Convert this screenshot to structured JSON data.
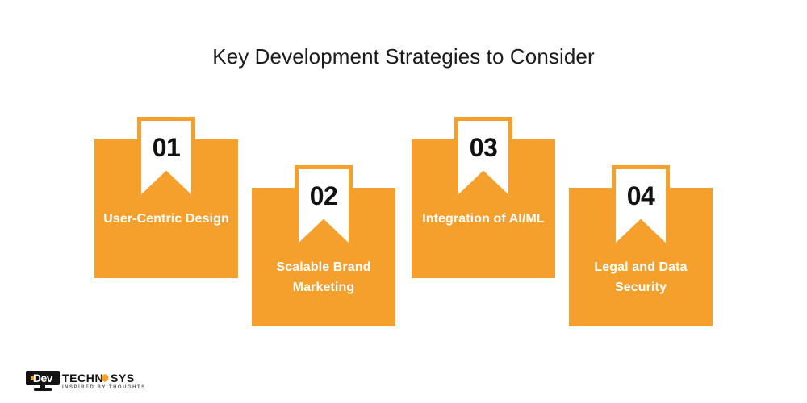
{
  "page": {
    "title": "Key Development Strategies to Consider",
    "background_color": "#ffffff"
  },
  "theme": {
    "accent_color": "#F5A02D",
    "card_text_color": "#ffffff",
    "number_color": "#111111",
    "title_color": "#1b1b1b"
  },
  "cards": [
    {
      "number": "01",
      "label": "User-Centric Design"
    },
    {
      "number": "02",
      "label": "Scalable Brand Marketing"
    },
    {
      "number": "03",
      "label": "Integration of AI/ML"
    },
    {
      "number": "04",
      "label": "Legal and Data Security"
    }
  ],
  "logo": {
    "badge_text": "Dev",
    "wordmark": "TECHN",
    "wordmark_suffix": "SYS",
    "tagline": "INSPIRED BY THOUGHTS",
    "gear_icon": "gear-icon",
    "accent_color": "#F5A02D"
  }
}
